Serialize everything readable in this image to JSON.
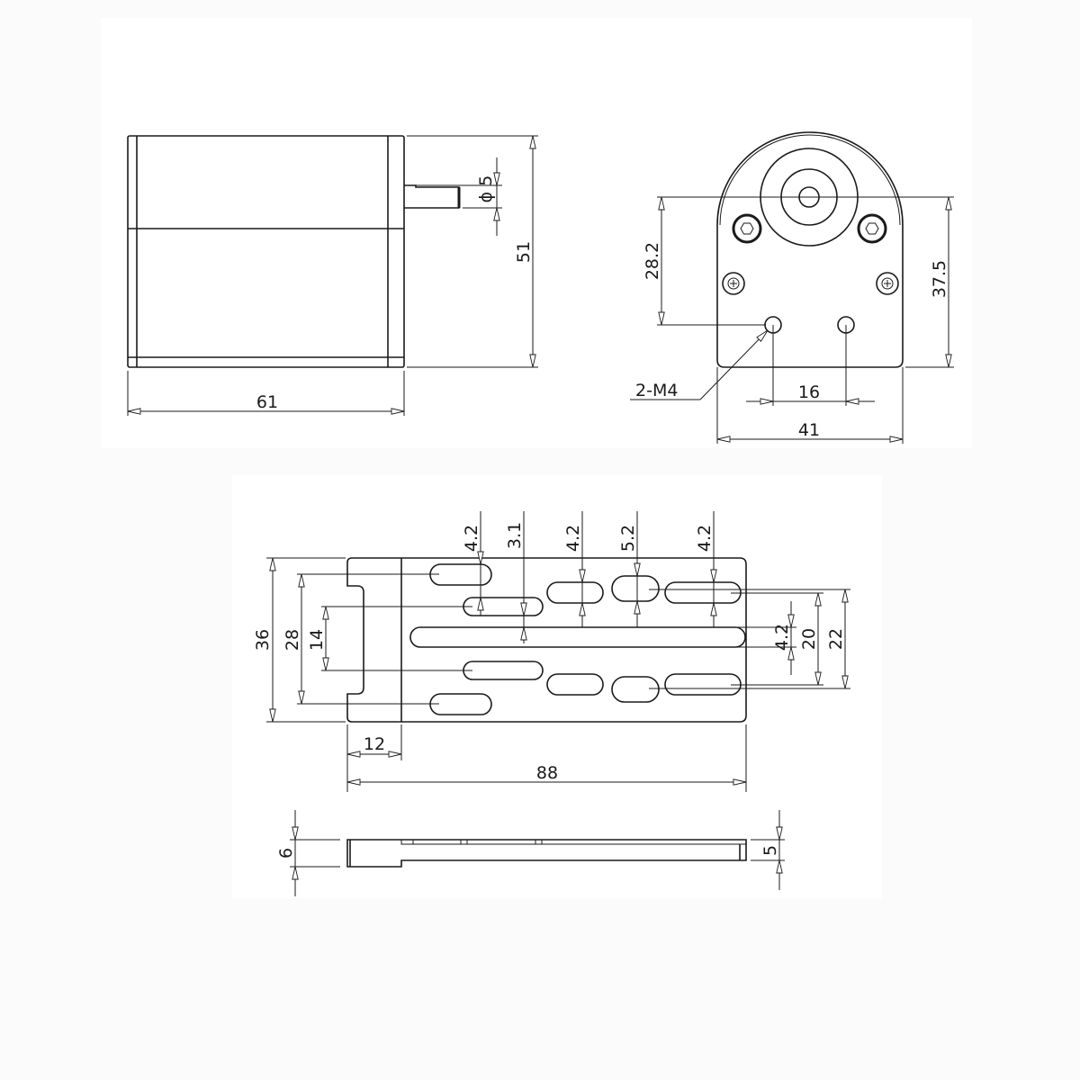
{
  "drawing": {
    "background_color": "#fbfbfb",
    "panel_color": "#ffffff",
    "line_color": "#1a1a1a"
  },
  "side_view": {
    "length_label": "61",
    "height_label": "51",
    "shaft_diameter_label": "ϕ 5"
  },
  "front_view": {
    "shaft_center_height_label": "37.5",
    "hole_height_label": "28.2",
    "hole_spacing_label": "16",
    "width_label": "41",
    "hole_callout_label": "2-M4"
  },
  "bracket_top_view": {
    "length_label": "88",
    "flange_width_label": "12",
    "overall_width_label": "36",
    "outer_slot_spacing_label": "28",
    "inner_slot_spacing_label": "14",
    "slot_width_labels": [
      "4.2",
      "3.1",
      "4.2",
      "5.2",
      "4.2"
    ],
    "center_slot_width_label": "4.2",
    "slot_spacing_20_label": "20",
    "slot_spacing_22_label": "22"
  },
  "bracket_side_view": {
    "flange_thickness_label": "6",
    "plate_thickness_label": "5"
  }
}
